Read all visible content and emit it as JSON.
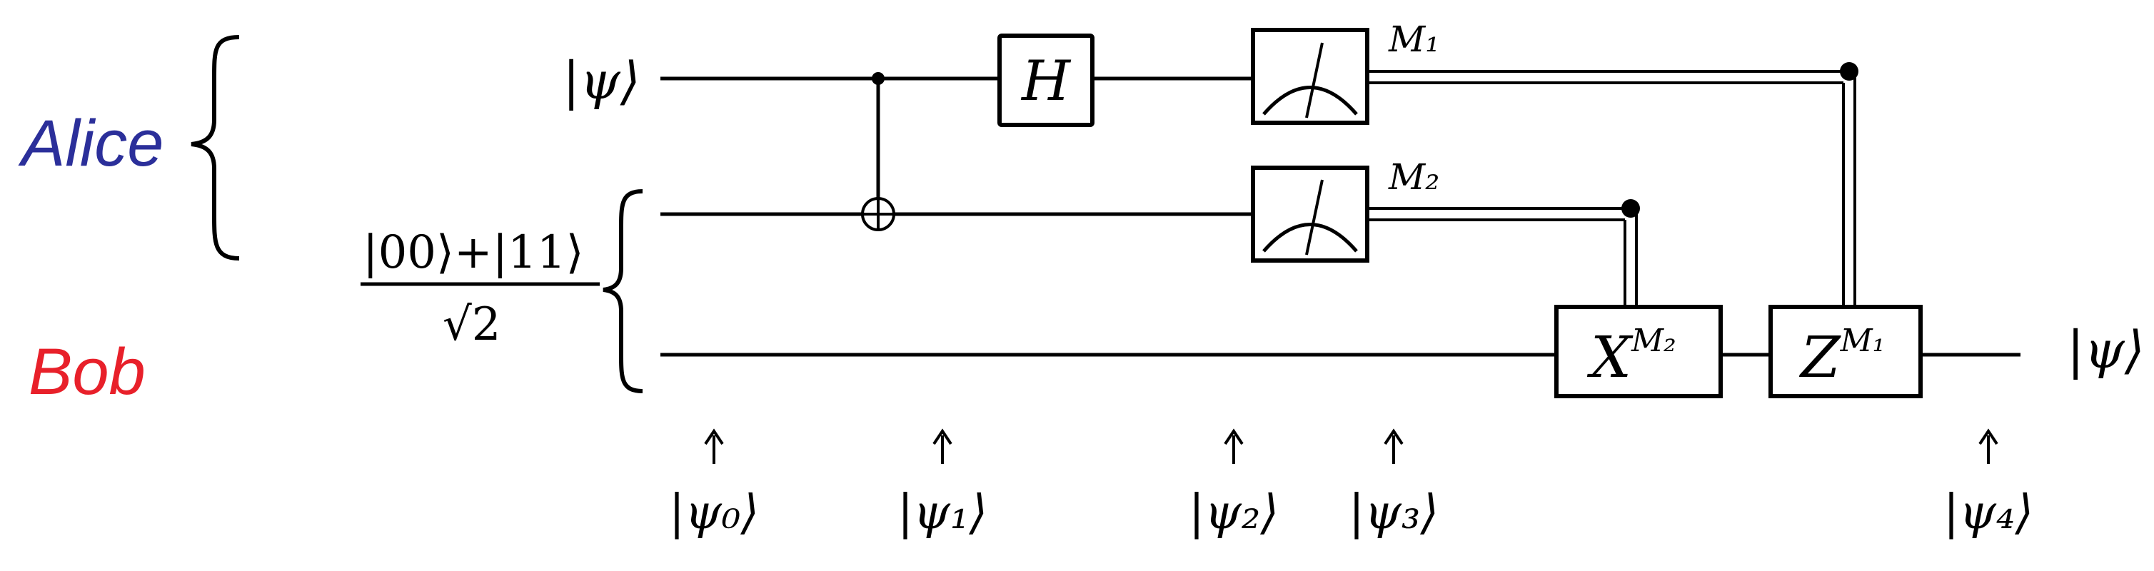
{
  "parties": {
    "alice": {
      "label": "Alice",
      "color": "#2b2f9a"
    },
    "bob": {
      "label": "Bob",
      "color": "#e8202a"
    }
  },
  "inputs": {
    "psi_ket": "|ψ⟩",
    "bell_numerator": "|00⟩+|11⟩",
    "bell_denominator": "√2"
  },
  "gates": {
    "hadamard": "H",
    "x_correction": {
      "base": "X",
      "sup": "M₂"
    },
    "z_correction": {
      "base": "Z",
      "sup": "M₁"
    }
  },
  "measurements": {
    "m1": "M₁",
    "m2": "M₂"
  },
  "output": {
    "ket": "|ψ⟩"
  },
  "state_markers": [
    {
      "arrow": "↑",
      "label": "|ψ₀⟩"
    },
    {
      "arrow": "↑",
      "label": "|ψ₁⟩"
    },
    {
      "arrow": "↑",
      "label": "|ψ₂⟩"
    },
    {
      "arrow": "↑",
      "label": "|ψ₃⟩"
    },
    {
      "arrow": "↑",
      "label": "|ψ₄⟩"
    }
  ]
}
